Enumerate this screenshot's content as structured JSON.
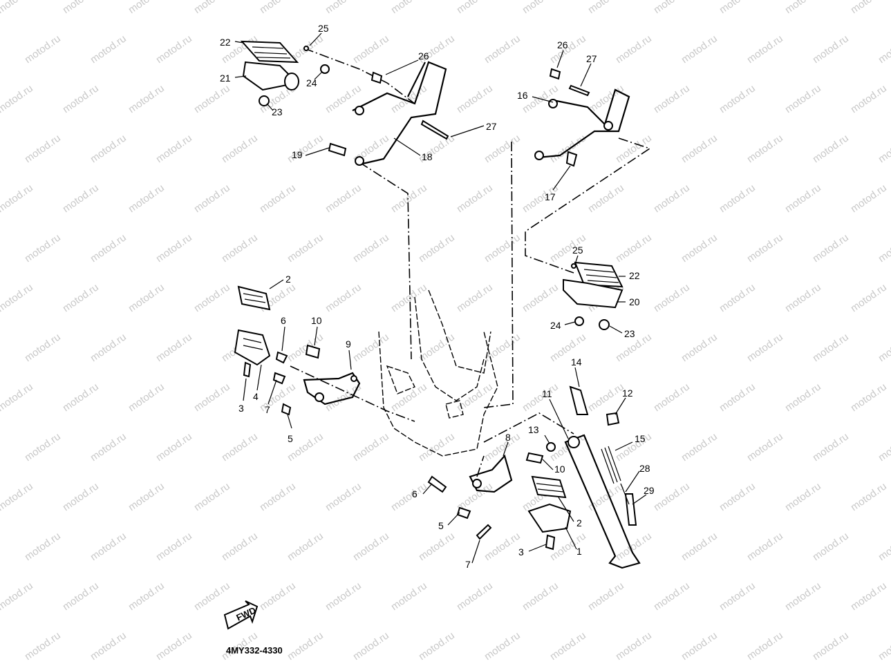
{
  "diagram": {
    "watermark": "motod.ru",
    "code": "4MY332-4330",
    "fwd_label": "FWD",
    "callouts": [
      "22",
      "25",
      "21",
      "24",
      "23",
      "26",
      "27",
      "19",
      "18",
      "16",
      "26",
      "27",
      "17",
      "25",
      "22",
      "20",
      "24",
      "23",
      "2",
      "6",
      "10",
      "9",
      "3",
      "4",
      "7",
      "5",
      "14",
      "11",
      "12",
      "13",
      "8",
      "15",
      "10",
      "28",
      "6",
      "29",
      "2",
      "5",
      "3",
      "1",
      "7"
    ]
  }
}
